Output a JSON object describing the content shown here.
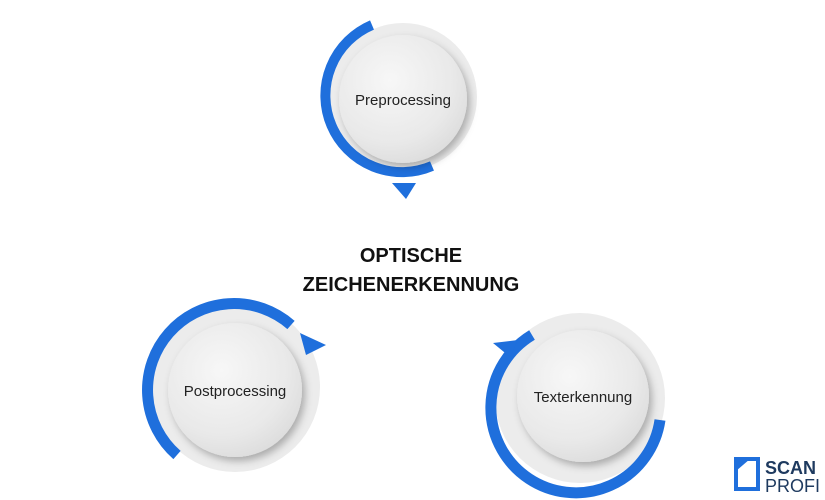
{
  "title": {
    "line1": "OPTISCHE",
    "line2": "ZEICHENERKENNUNG"
  },
  "nodes": [
    {
      "id": "preprocessing",
      "label": "Preprocessing"
    },
    {
      "id": "postprocessing",
      "label": "Postprocessing"
    },
    {
      "id": "texterkennung",
      "label": "Texterkennung"
    }
  ],
  "logo": {
    "line1": "SCAN",
    "line2": "PROFI"
  },
  "colors": {
    "accent": "#1f6fdc",
    "ring_light": "#e8e8e8",
    "disc": "#e6e6e6",
    "text": "#222222",
    "logo": "#1e3a5f"
  }
}
